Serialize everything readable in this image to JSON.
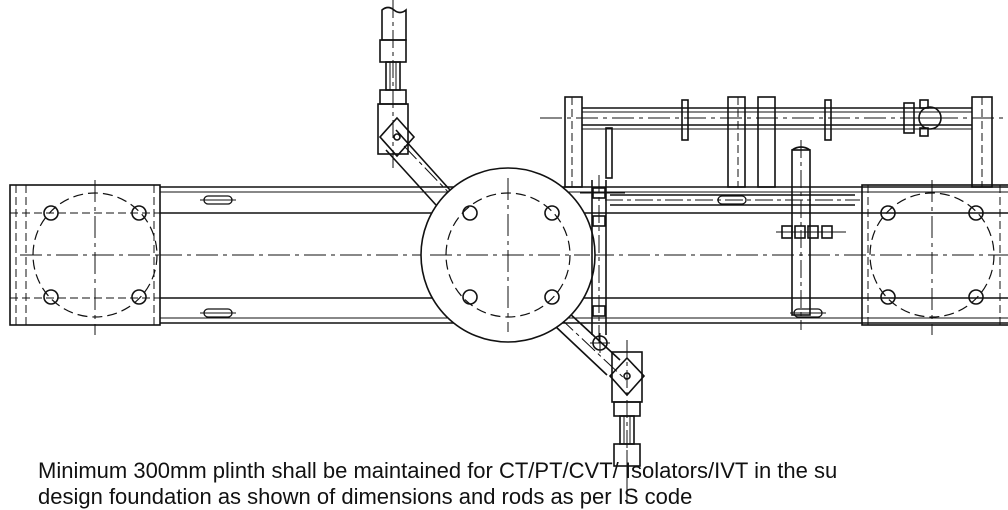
{
  "drawing": {
    "subject": "isolator base frame structural drawing (plan view)"
  },
  "caption": {
    "line1": "Minimum 300mm plinth shall be maintained  for CT/PT/CVT/ Isolators/IVT in the su",
    "line2": "design foundation as shown of dimensions and rods as per IS code"
  },
  "colors": {
    "line": "#111111",
    "background": "#ffffff"
  }
}
